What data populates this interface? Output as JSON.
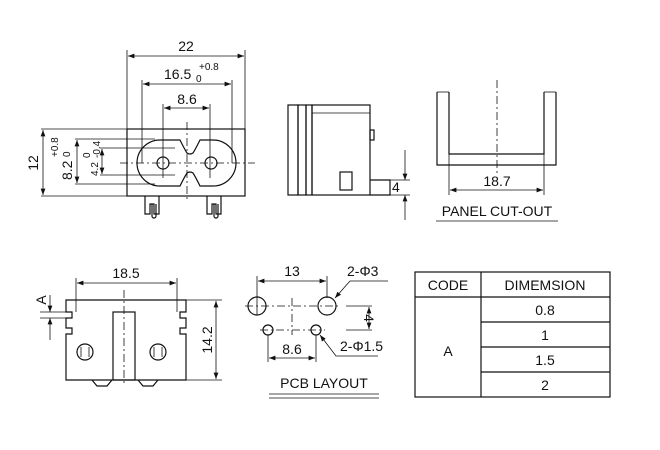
{
  "front_view": {
    "dim_overall_width": "22",
    "dim_cutout_width": "16.5",
    "dim_cutout_width_tol_upper": "+0.8",
    "dim_cutout_width_tol_lower": "0",
    "dim_pin_pitch": "8.6",
    "dim_height": "12",
    "dim_socket_height": "8.2",
    "dim_socket_height_tol_upper": "+0.8",
    "dim_socket_height_tol_lower": "0",
    "dim_inner_height": "4.2",
    "dim_inner_height_tol_upper": "0",
    "dim_inner_height_tol_lower": "-0.4"
  },
  "side_view": {
    "dim_step": "4"
  },
  "panel_cutout": {
    "dim_width": "18.7",
    "title": "PANEL CUT-OUT"
  },
  "bottom_view": {
    "dim_width": "18.5",
    "dim_height": "14.2",
    "dim_code": "A"
  },
  "pcb_layout": {
    "title": "PCB LAYOUT",
    "dim_large_pitch": "13",
    "dim_small_pitch": "8.6",
    "dim_vertical": "4",
    "large_holes": "2-Φ3",
    "small_holes": "2-Φ1.5"
  },
  "table": {
    "headers": [
      "CODE",
      "DIMEMSION"
    ],
    "code": "A",
    "values": [
      "0.8",
      "1",
      "1.5",
      "2"
    ]
  }
}
